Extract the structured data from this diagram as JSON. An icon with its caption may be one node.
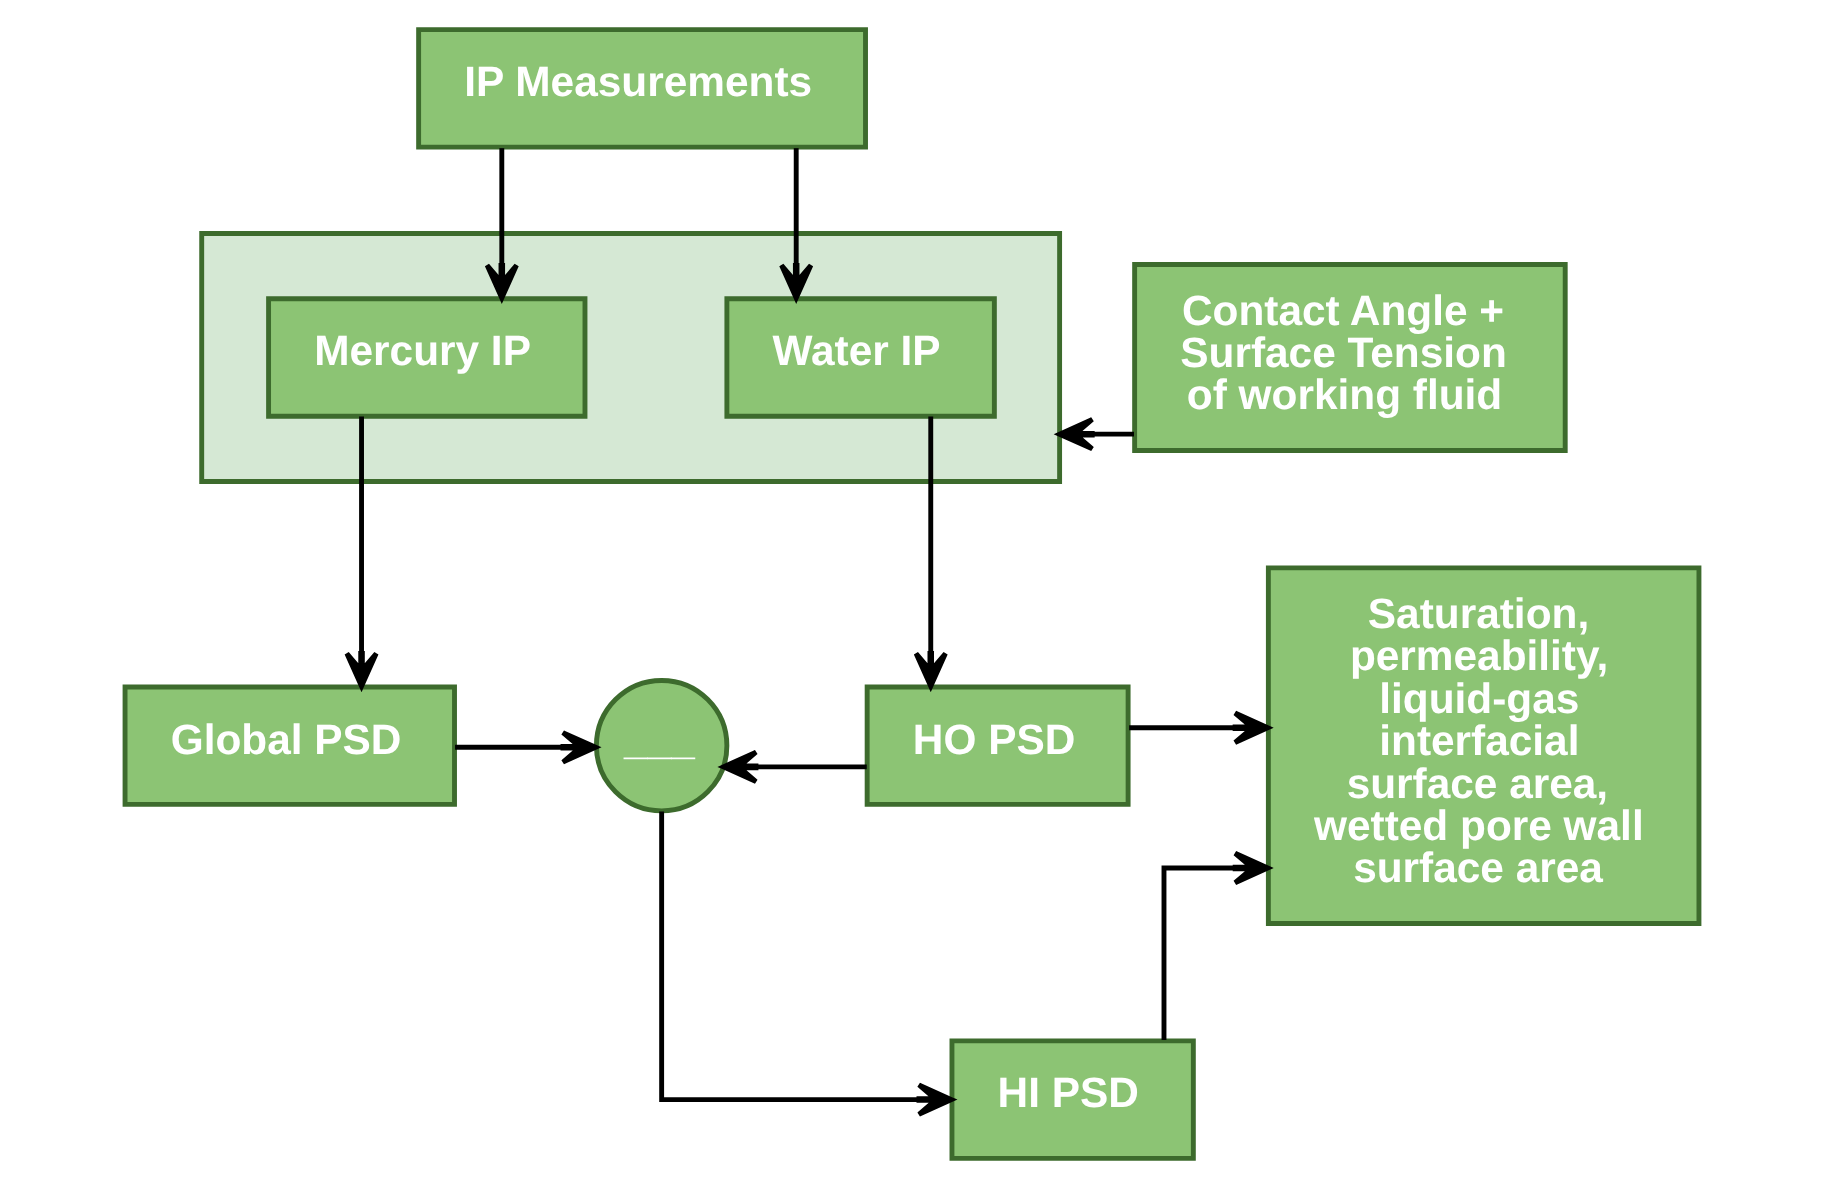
{
  "diagram": {
    "nodes": [
      {
        "text": [
          "IP Measurements"
        ]
      },
      {
        "text": [],
        "shape": "box"
      },
      {
        "text": [
          "Mercury IP"
        ],
        "in": 1
      },
      {
        "text": [
          "Water IP"
        ],
        "in": 1
      },
      {
        "text": [
          "Contact Angle + Surface Tension of working fluid"
        ]
      },
      {
        "text": [
          "Global PSD"
        ]
      },
      {
        "text": [
          "___"
        ]
      },
      {
        "text": [
          "HO PSD"
        ]
      },
      {
        "text": [
          "HI PSD"
        ]
      },
      {
        "text": [
          "Saturation, permeability, liquid-gas interfacial surface area, wetted pore wall surface area"
        ]
      }
    ],
    "edges": [
      {
        "from": 0,
        "to": 2,
        "arrow": "to"
      },
      {
        "from": 0,
        "to": 3,
        "arrow": "to"
      },
      {
        "from": 4,
        "to": 1,
        "arrow": "to"
      },
      {
        "from": 2,
        "to": 5,
        "arrow": "to"
      },
      {
        "from": 3,
        "to": 7,
        "arrow": "to"
      },
      {
        "from": 5,
        "to": 6,
        "arrow": "to"
      },
      {
        "from": 7,
        "to": 6,
        "arrow": "to"
      },
      {
        "from": 7,
        "to": 9,
        "arrow": "to"
      },
      {
        "from": 6,
        "to": 8,
        "arrow": "to"
      },
      {
        "from": 8,
        "to": 9,
        "arrow": "to"
      }
    ]
  }
}
